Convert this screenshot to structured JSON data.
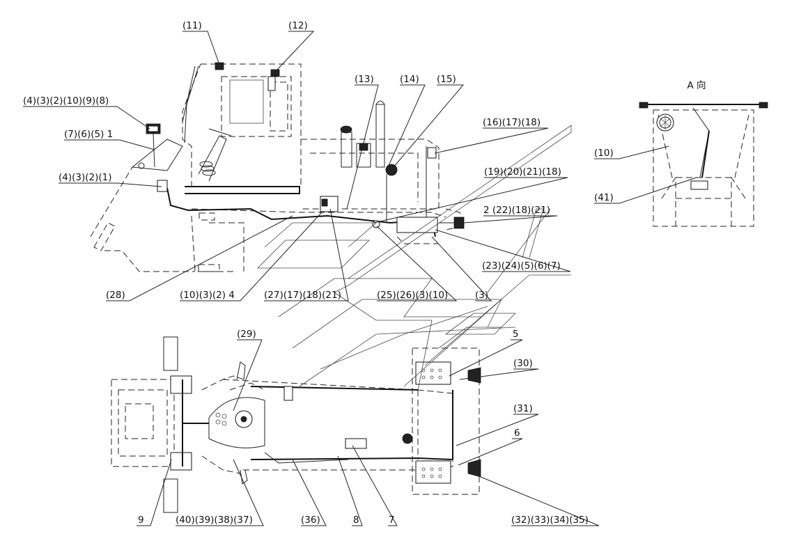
{
  "view_label": "A 向",
  "callouts": [
    {
      "text": "(11)"
    },
    {
      "text": "(12)"
    },
    {
      "text": "(13)"
    },
    {
      "text": "(14)"
    },
    {
      "text": "(15)"
    },
    {
      "text": "(4)(3)(2)(10)(9)(8)"
    },
    {
      "text": "(7)(6)(5) 1"
    },
    {
      "text": "(4)(3)(2)(1)"
    },
    {
      "text": "(16)(17)(18)"
    },
    {
      "text": "(19)(20)(21)(18)"
    },
    {
      "text": "2 (22)(18)(21)"
    },
    {
      "text": "(23)(24)(5)(6)(7)"
    },
    {
      "text": "(3)"
    },
    {
      "text": "(25)(26)(3)(10)"
    },
    {
      "text": "(27)(17)(18)(21)"
    },
    {
      "text": "(10)(3)(2) 4"
    },
    {
      "text": "(28)"
    },
    {
      "text": "(10)"
    },
    {
      "text": "(41)"
    },
    {
      "text": "(29)"
    },
    {
      "text": "5"
    },
    {
      "text": "(30)"
    },
    {
      "text": "(31)"
    },
    {
      "text": "6"
    },
    {
      "text": "9"
    },
    {
      "text": "(40)(39)(38)(37)"
    },
    {
      "text": "(36)"
    },
    {
      "text": "8"
    },
    {
      "text": "7"
    },
    {
      "text": "(32)(33)(34)(35)"
    }
  ]
}
